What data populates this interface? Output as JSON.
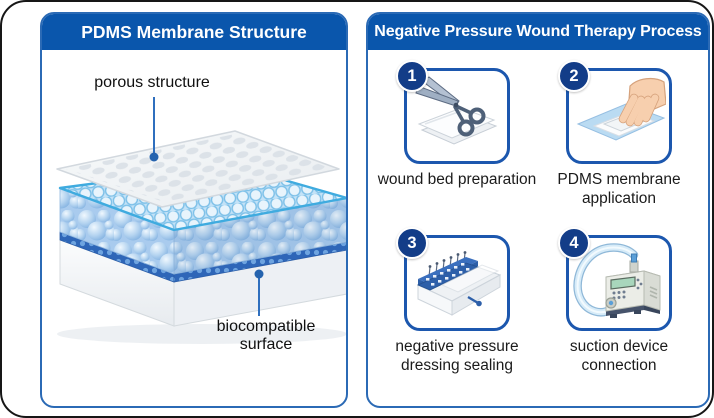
{
  "canvas": {
    "background": "#ffffff",
    "border_color": "#161616"
  },
  "colors": {
    "header_blue": "#0a56ac",
    "panel_border_blue": "#2b6ab5",
    "step_box_border_blue": "#1c57ae",
    "badge_navy": "#133d88",
    "membrane_edge_cyan": "#3fabdf",
    "leader_line_blue": "#2f6fbe",
    "bubble_blue": "#9cc4ea",
    "pad_light_blue": "#badbf2"
  },
  "left_panel": {
    "title": "PDMS Membrane Structure",
    "illustration": "pdms-membrane-3d-layers",
    "callouts": [
      {
        "label": "porous structure"
      },
      {
        "label": "biocompatible surface"
      }
    ]
  },
  "right_panel": {
    "title": "Negative Pressure Wound Therapy Process",
    "steps": [
      {
        "num": "1",
        "icon": "scissors-gauze-icon",
        "lines": [
          "wound bed preparation",
          ""
        ]
      },
      {
        "num": "2",
        "icon": "hand-membrane-icon",
        "lines": [
          "PDMS membrane",
          "application"
        ]
      },
      {
        "num": "3",
        "icon": "sealed-dressing-icon",
        "lines": [
          "negative pressure",
          "dressing sealing"
        ]
      },
      {
        "num": "4",
        "icon": "suction-device-icon",
        "lines": [
          "suction device",
          "connection"
        ]
      }
    ]
  }
}
